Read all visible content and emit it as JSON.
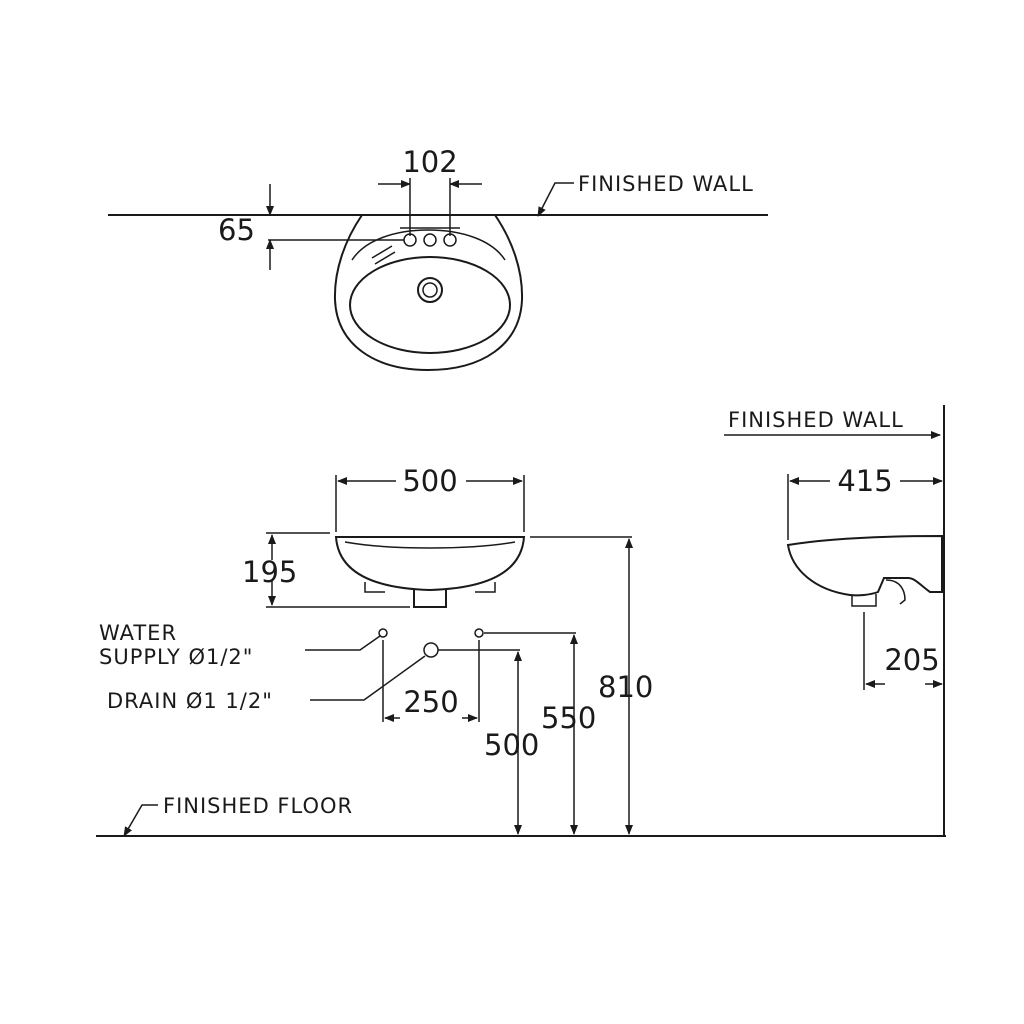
{
  "labels": {
    "finished_wall_top": "FINISHED WALL",
    "finished_wall_side": "FINISHED WALL",
    "finished_floor": "FINISHED FLOOR",
    "water_supply_line1": "WATER",
    "water_supply_line2": "SUPPLY Ø1/2\"",
    "drain": "DRAIN Ø1 1/2\""
  },
  "dimensions": {
    "tap_hole_spacing": "102",
    "wall_to_tap": "65",
    "basin_width": "500",
    "basin_height": "195",
    "supply_spacing": "250",
    "drain_height": "500",
    "supply_height": "550",
    "rim_height": "810",
    "basin_projection": "415",
    "drain_from_wall": "205"
  }
}
